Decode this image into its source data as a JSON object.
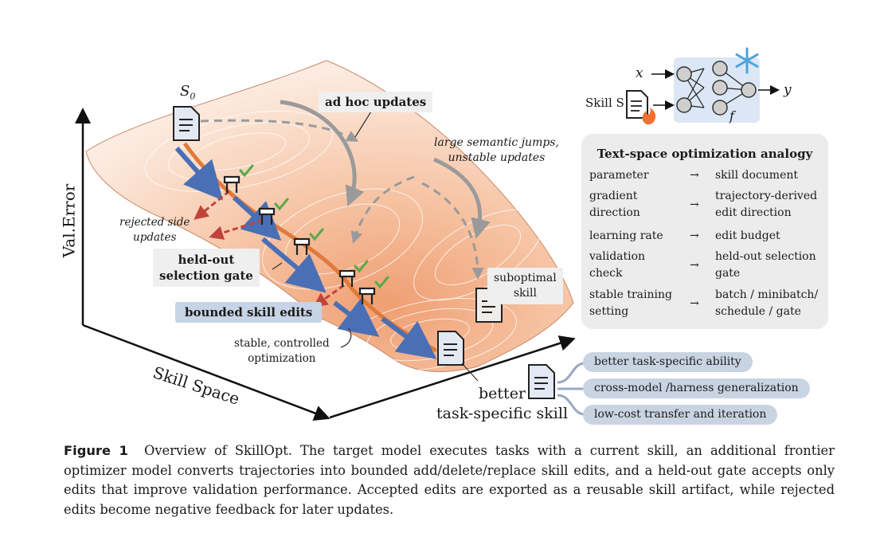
{
  "diagram": {
    "axis_y_label": "Val.Error",
    "axis_x_label": "Skill Space",
    "start_label": "S0",
    "ad_hoc_updates": "ad hoc updates",
    "large_jumps_line1": "large semantic jumps,",
    "large_jumps_line2": "unstable updates",
    "rejected_line1": "rejected side",
    "rejected_line2": "updates",
    "heldout_line1": "held-out",
    "heldout_line2": "selection gate",
    "bounded_edits": "bounded skill edits",
    "stable_line1": "stable, controlled",
    "stable_line2": "optimization",
    "suboptimal_line1": "suboptimal",
    "suboptimal_line2": "skill",
    "better_line1": "better",
    "better_line2": "task-specific skill",
    "nn_input_x": "x",
    "nn_skill": "Skill S",
    "nn_output_y": "y",
    "nn_f": "f"
  },
  "analogy": {
    "title": "Text-space optimization analogy",
    "arrow": "→",
    "rows": [
      {
        "left": "parameter",
        "right": "skill document"
      },
      {
        "left": "gradient direction",
        "right": "trajectory-derived edit direction"
      },
      {
        "left": "learning rate",
        "right": "edit budget"
      },
      {
        "left": "validation check",
        "right": "held-out selection gate"
      },
      {
        "left": "stable training setting",
        "right": "batch / minibatch/ schedule / gate"
      }
    ]
  },
  "outcomes": [
    "better task-specific ability",
    "cross-model /harness generalization",
    "low-cost transfer and iteration"
  ],
  "caption": {
    "label": "Figure 1",
    "text": "Overview of SkillOpt. The target model executes tasks with a current skill, an additional frontier optimizer model converts trajectories into bounded add/delete/replace skill edits, and a held-out gate accepts only edits that improve validation performance. Accepted edits are exported as a reusable skill artifact, while rejected edits become negative feedback for later updates."
  },
  "colors": {
    "surface_light": "#fbe3d3",
    "surface_dark": "#ef9f73",
    "blue_arrow": "#4a6fb5",
    "orange_path": "#e07a3c",
    "red_arrow": "#c0433a",
    "gray_arrow": "#9a9a9a",
    "pill_bg": "#c9d4e3",
    "nn_bg": "#dbe7f5",
    "check_green": "#5aa84a"
  }
}
